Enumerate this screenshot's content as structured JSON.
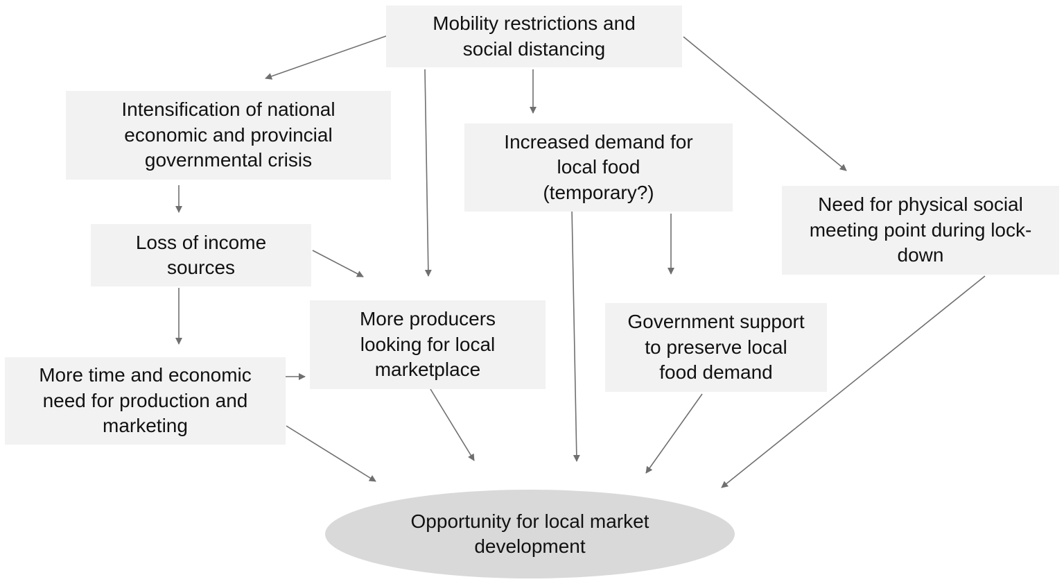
{
  "nodes": {
    "mobility": {
      "lines": [
        "Mobility restrictions and",
        "social distancing"
      ]
    },
    "intensification": {
      "lines": [
        "Intensification of national",
        "economic and provincial",
        "governmental crisis"
      ]
    },
    "demand": {
      "lines": [
        "Increased demand for",
        "local food",
        "(temporary?)"
      ]
    },
    "meeting_point": {
      "lines": [
        "Need for physical social",
        "meeting point during lock-",
        "down"
      ]
    },
    "income_loss": {
      "lines": [
        "Loss of income",
        "sources"
      ]
    },
    "producers": {
      "lines": [
        "More producers",
        "looking for local",
        "marketplace"
      ]
    },
    "gov_support": {
      "lines": [
        "Government support",
        "to preserve local",
        "food demand"
      ]
    },
    "time_need": {
      "lines": [
        "More time and economic",
        "need for production and",
        "marketing"
      ]
    },
    "opportunity": {
      "lines": [
        "Opportunity for local market",
        "development"
      ]
    }
  },
  "edges": [
    {
      "from": "mobility",
      "to": "intensification"
    },
    {
      "from": "mobility",
      "to": "producers"
    },
    {
      "from": "mobility",
      "to": "demand"
    },
    {
      "from": "mobility",
      "to": "meeting_point"
    },
    {
      "from": "intensification",
      "to": "income_loss"
    },
    {
      "from": "income_loss",
      "to": "producers"
    },
    {
      "from": "income_loss",
      "to": "time_need"
    },
    {
      "from": "time_need",
      "to": "producers"
    },
    {
      "from": "demand",
      "to": "gov_support"
    },
    {
      "from": "demand",
      "to": "opportunity"
    },
    {
      "from": "producers",
      "to": "opportunity"
    },
    {
      "from": "time_need",
      "to": "opportunity"
    },
    {
      "from": "gov_support",
      "to": "opportunity"
    },
    {
      "from": "meeting_point",
      "to": "opportunity"
    }
  ],
  "colors": {
    "box_fill": "#f2f2f2",
    "oval_fill": "#d9d9d9",
    "arrow": "#6f6f6f",
    "text": "#111111"
  }
}
